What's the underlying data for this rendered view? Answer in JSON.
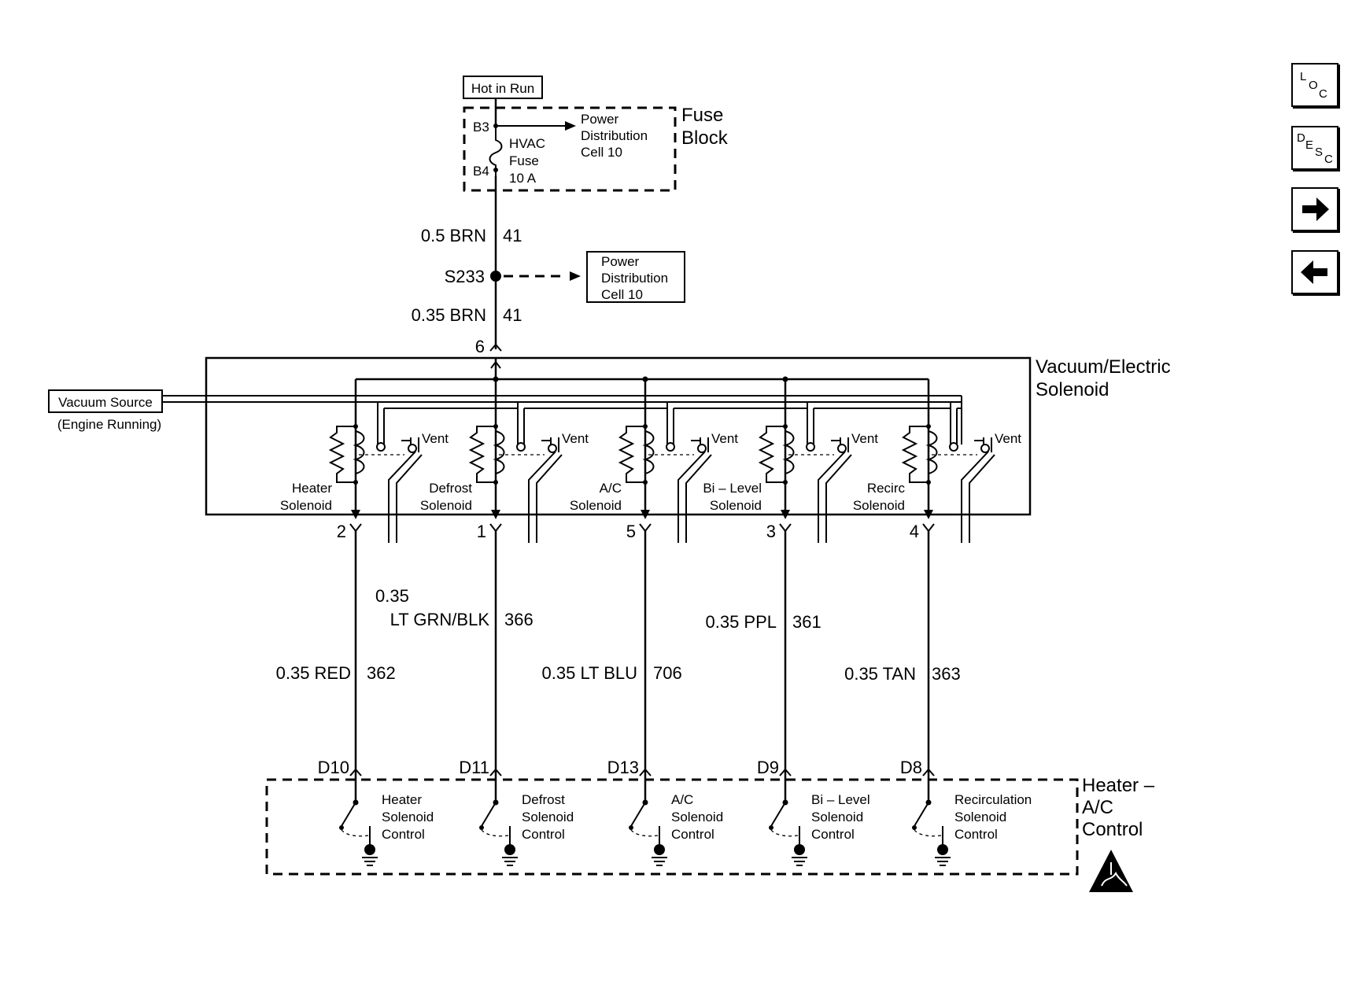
{
  "fuse_block": {
    "supply_label": "Hot in Run",
    "terminal_top": "B3",
    "terminal_bottom": "B4",
    "fuse_label_1": "HVAC",
    "fuse_label_2": "Fuse",
    "fuse_label_3": "10 A",
    "ref_1": "Power",
    "ref_2": "Distribution",
    "ref_3": "Cell 10",
    "name_1": "Fuse",
    "name_2": "Block"
  },
  "feed": {
    "wire_upper_gauge": "0.5 BRN",
    "wire_upper_circuit": "41",
    "splice": "S233",
    "splice_ref_1": "Power",
    "splice_ref_2": "Distribution",
    "splice_ref_3": "Cell 10",
    "wire_lower_gauge": "0.35 BRN",
    "wire_lower_circuit": "41",
    "input_pin": "6"
  },
  "solenoid_assembly": {
    "name_1": "Vacuum/Electric",
    "name_2": "Solenoid",
    "vacuum_source": "Vacuum Source",
    "vacuum_note": "(Engine Running)",
    "vent_label": "Vent",
    "solenoids": [
      {
        "line1": "Heater",
        "line2": "Solenoid",
        "pin": "2"
      },
      {
        "line1": "Defrost",
        "line2": "Solenoid",
        "pin": "1"
      },
      {
        "line1": "A/C",
        "line2": "Solenoid",
        "pin": "5"
      },
      {
        "line1": "Bi – Level",
        "line2": "Solenoid",
        "pin": "3"
      },
      {
        "line1": "Recirc",
        "line2": "Solenoid",
        "pin": "4"
      }
    ]
  },
  "wires": [
    {
      "gauge": "0.35 RED",
      "circuit": "362"
    },
    {
      "gauge_1": "0.35",
      "gauge_2": "LT GRN/BLK",
      "circuit": "366"
    },
    {
      "gauge": "0.35 LT BLU",
      "circuit": "706"
    },
    {
      "gauge": "0.35 PPL",
      "circuit": "361"
    },
    {
      "gauge": "0.35 TAN",
      "circuit": "363"
    }
  ],
  "control_module": {
    "name_1": "Heater –",
    "name_2": "A/C",
    "name_3": "Control",
    "esd_symbol": "esd-warning-icon",
    "controls": [
      {
        "pin": "D10",
        "line1": "Heater",
        "line2": "Solenoid",
        "line3": "Control"
      },
      {
        "pin": "D11",
        "line1": "Defrost",
        "line2": "Solenoid",
        "line3": "Control"
      },
      {
        "pin": "D13",
        "line1": "A/C",
        "line2": "Solenoid",
        "line3": "Control"
      },
      {
        "pin": "D9",
        "line1": "Bi – Level",
        "line2": "Solenoid",
        "line3": "Control"
      },
      {
        "pin": "D8",
        "line1": "Recirculation",
        "line2": "Solenoid",
        "line3": "Control"
      }
    ]
  },
  "nav": {
    "loc_1": "L",
    "loc_2": "O",
    "loc_3": "C",
    "desc_1": "D",
    "desc_2": "E",
    "desc_3": "S",
    "desc_4": "C",
    "next_icon": "right-arrow-icon",
    "prev_icon": "left-arrow-icon"
  }
}
